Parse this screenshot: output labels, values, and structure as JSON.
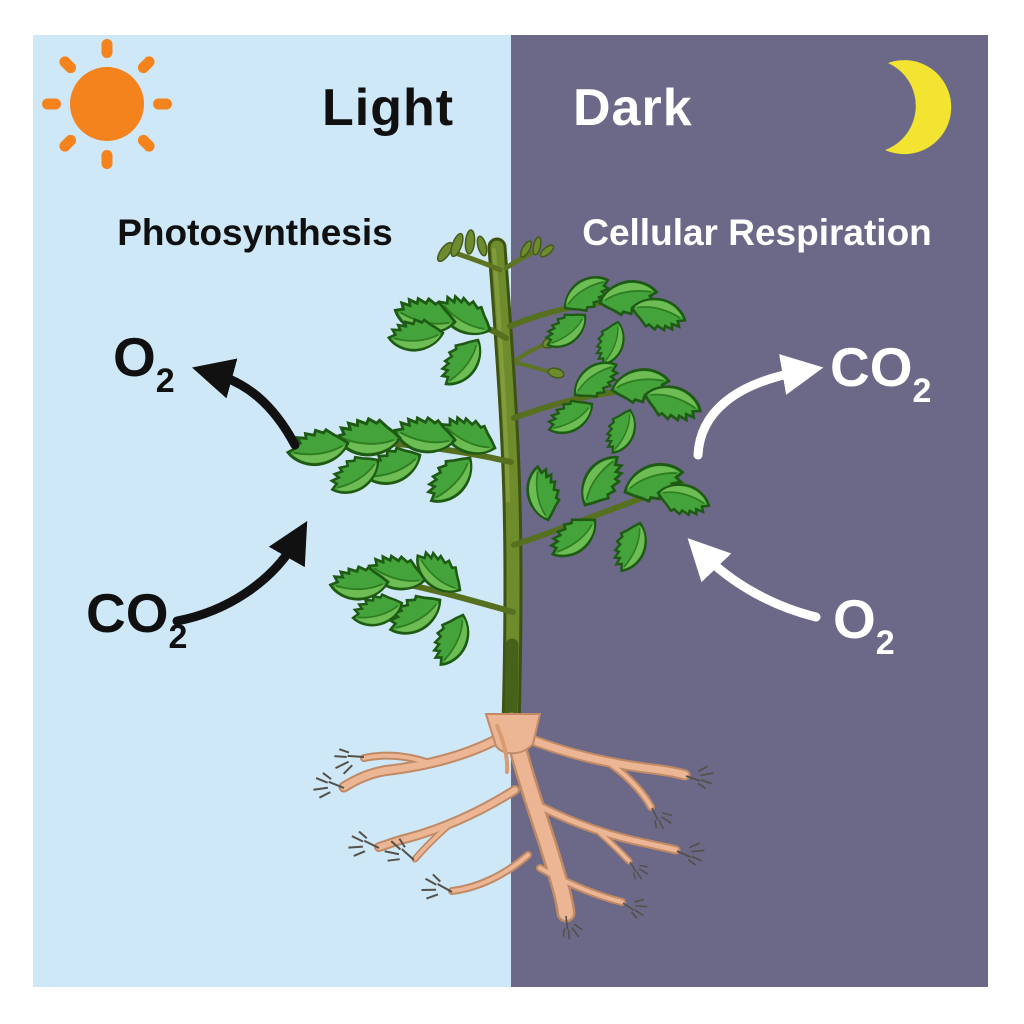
{
  "light": {
    "title": "Light",
    "process": "Photosynthesis",
    "icon": "sun-icon",
    "gas_released": {
      "formula": "O",
      "subscript": "2"
    },
    "gas_absorbed": {
      "formula": "CO",
      "subscript": "2"
    }
  },
  "dark": {
    "title": "Dark",
    "process": "Cellular Respiration",
    "icon": "crescent-moon-icon",
    "gas_released": {
      "formula": "CO",
      "subscript": "2"
    },
    "gas_absorbed": {
      "formula": "O",
      "subscript": "2"
    }
  },
  "colors": {
    "light_background": "#cfe8f7",
    "dark_background": "#6b6987",
    "sun": "#f5831d",
    "moon": "#f2e431",
    "leaf_green": "#45a33c",
    "leaf_highlight": "#6dbd54",
    "stem_olive": "#6f8c2c",
    "root_tan": "#ecb593",
    "arrow_on_light_side": "#111111",
    "arrow_on_dark_side": "#ffffff"
  }
}
